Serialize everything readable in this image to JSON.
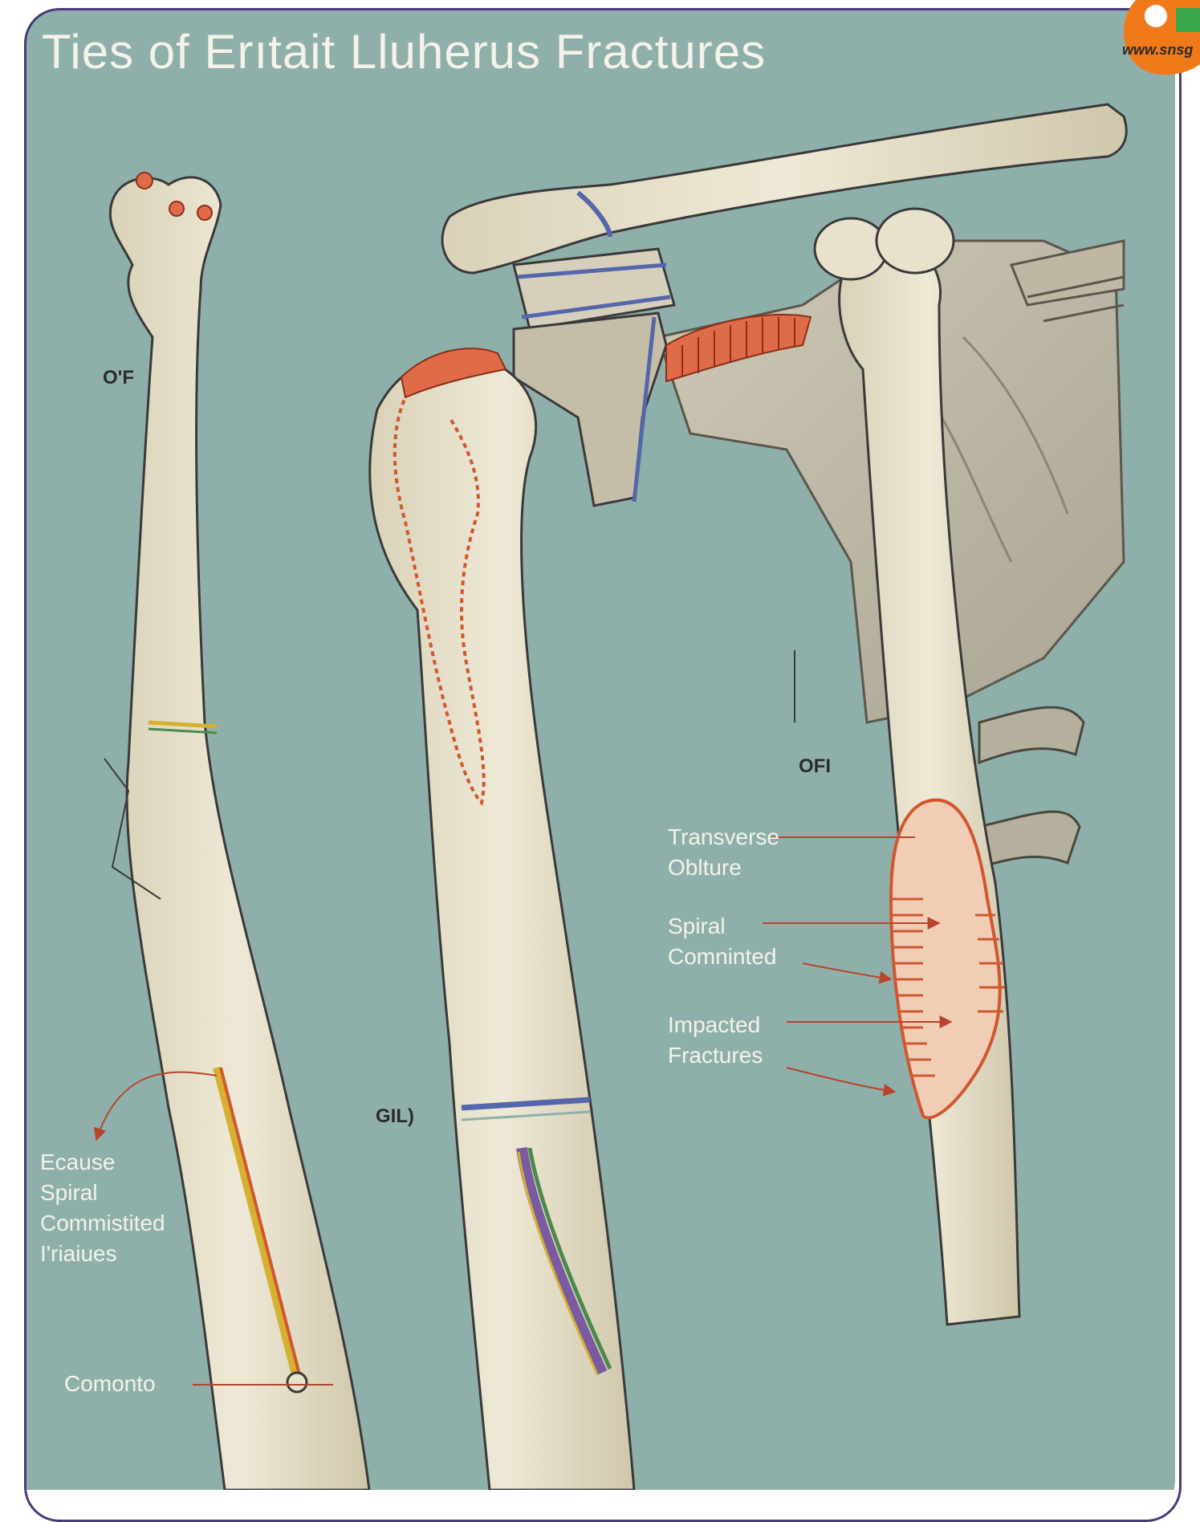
{
  "title": "Ties of Erıtait Lluherus Fractures",
  "watermark": {
    "url_text": "www.snsg"
  },
  "labels": {
    "of_left": "O'F",
    "ofi_right": "OFI",
    "gil_middle": "GIL)",
    "transverse": [
      "Transverse",
      "Oblture"
    ],
    "spiral": [
      "Spiral",
      "Comninted"
    ],
    "impacted": [
      "Impacted",
      "Fractures"
    ],
    "ecause": [
      "Ecause",
      "Spiral",
      "Commistited",
      "I'riaiues"
    ],
    "comonto": "Comonto"
  },
  "colors": {
    "background": "#8fb0aa",
    "bone": "#e8e2cc",
    "bone_shadow": "#c9c1a6",
    "fracture_red": "#e06b48",
    "frame": "#4a3a7a",
    "label_light": "#f4f2ea"
  }
}
